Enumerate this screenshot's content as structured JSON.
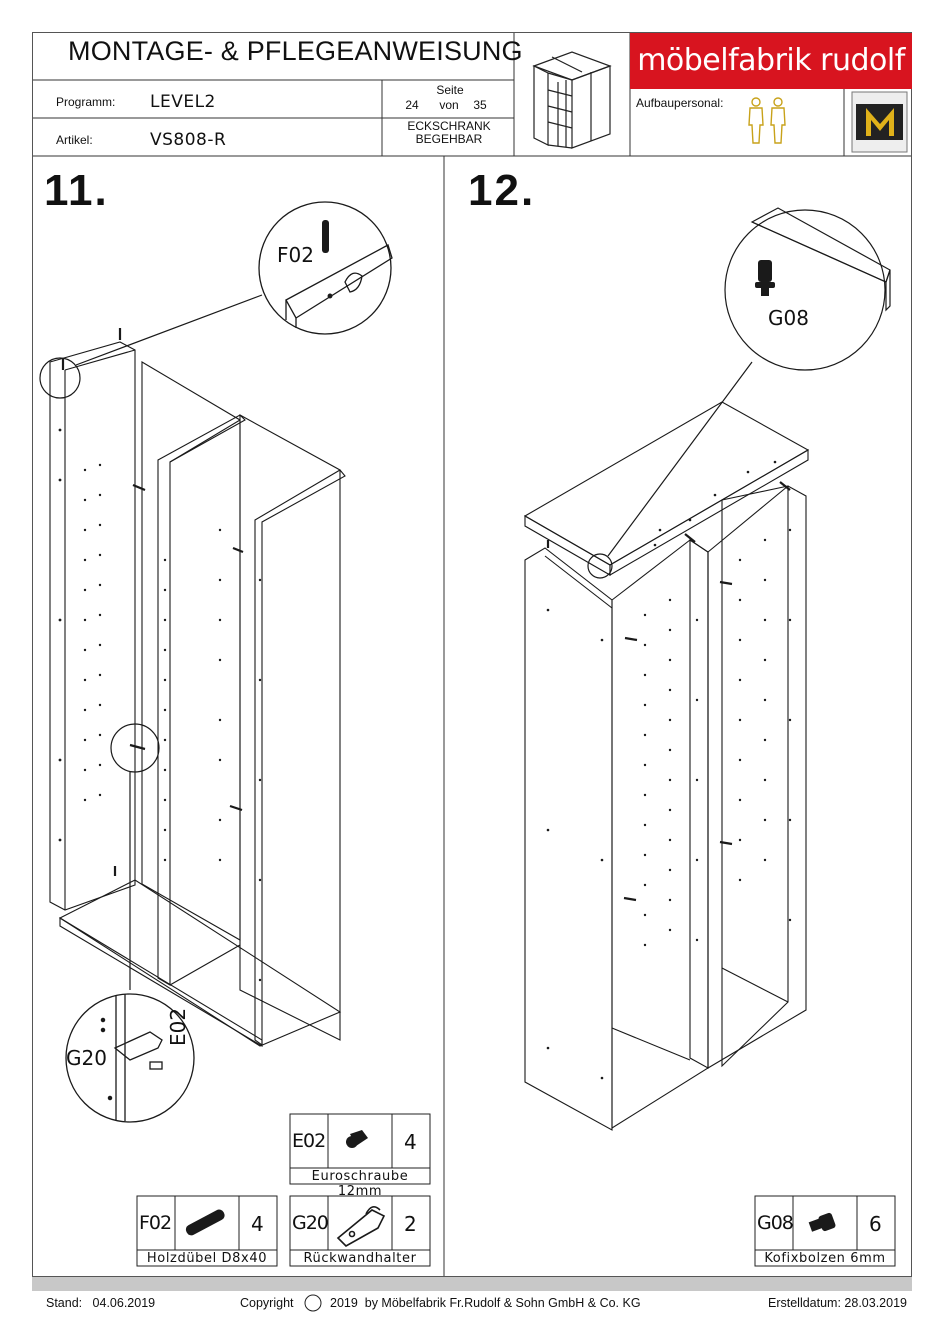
{
  "header": {
    "title": "MONTAGE- & PFLEGEANWEISUNG",
    "programm_label": "Programm:",
    "programm_value": "LEVEL2",
    "artikel_label": "Artikel:",
    "artikel_value": "VS808-R",
    "seite_label": "Seite",
    "seite_current": "24",
    "seite_von": "von",
    "seite_total": "35",
    "product_line1": "ECKSCHRANK",
    "product_line2": "BEGEHBAR",
    "brand": "möbelfabrik rudolf",
    "aufbaupersonal_label": "Aufbaupersonal:"
  },
  "steps": [
    {
      "number": "11.",
      "callouts": [
        "F02",
        "G20",
        "E02"
      ]
    },
    {
      "number": "12.",
      "callouts": [
        "G08"
      ]
    }
  ],
  "parts": [
    {
      "code": "E02",
      "qty": "4",
      "name": "Euroschraube 12mm"
    },
    {
      "code": "F02",
      "qty": "4",
      "name": "Holzdübel D8x40"
    },
    {
      "code": "G20",
      "qty": "2",
      "name": "Rückwandhalter"
    },
    {
      "code": "G08",
      "qty": "6",
      "name": "Kofixbolzen 6mm"
    }
  ],
  "footer": {
    "stand": "Stand:   04.06.2019",
    "copyright_pre": "Copyright",
    "copyright_post": "2019  by Möbelfabrik Fr.Rudolf & Sohn GmbH & Co. KG",
    "erstelldatum": "Erstelldatum: 28.03.2019"
  },
  "colors": {
    "brand_red": "#d8141f",
    "persona_gold": "#c8a21a",
    "footer_bar": "#c8c8c8"
  }
}
